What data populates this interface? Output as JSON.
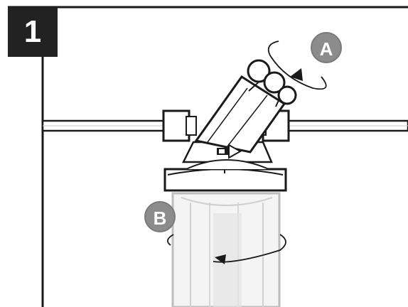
{
  "step": {
    "number": "1"
  },
  "labels": {
    "a": "A",
    "b": "B"
  },
  "icons": {
    "flow_direction": "flow-arrow-icon",
    "rotation_a": "rotation-arrow-icon",
    "rotation_b": "rotation-arrow-icon"
  },
  "colors": {
    "ink": "#1a1a1a",
    "badge": "#222222",
    "label_circle": "#8c8c8c",
    "housing": "#f2f2f2"
  }
}
